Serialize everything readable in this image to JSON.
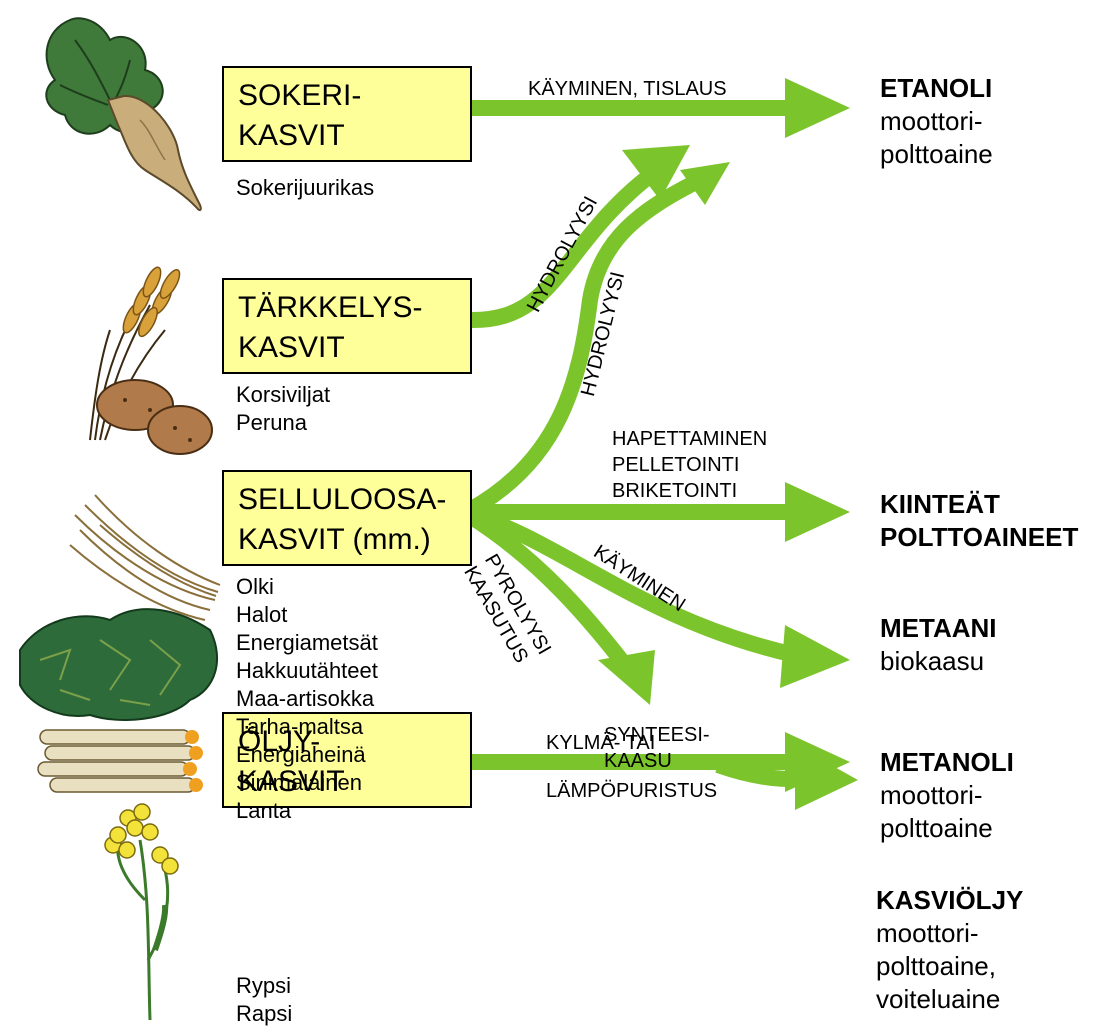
{
  "colors": {
    "arrow": "#7cc42c",
    "box_fill": "#ffff99",
    "box_border": "#000000"
  },
  "icons": [
    "sugar-beet-illustration",
    "wheat-and-potato-illustration",
    "straw-and-wood-illustration",
    "rapeseed-flower-illustration"
  ],
  "sources": [
    {
      "title": [
        "SOKERI-",
        "KASVIT"
      ],
      "examples": [
        "Sokerijuurikas"
      ]
    },
    {
      "title": [
        "TÄRKKELYS-",
        "KASVIT"
      ],
      "examples": [
        "Korsiviljat",
        "Peruna"
      ]
    },
    {
      "title": [
        "SELLULOOSA-",
        "KASVIT (mm.)"
      ],
      "examples": [
        "Olki",
        "Halot",
        "Energiametsät",
        "Hakkuutähteet",
        "Maa-artisokka",
        "Tarha-maltsa",
        "Energiaheinä",
        "Sinimalainen",
        "Lanta"
      ]
    },
    {
      "title": [
        "ÖLJY-",
        "KASVIT"
      ],
      "examples": [
        "Rypsi",
        "Rapsi"
      ]
    }
  ],
  "processes": {
    "sugar": "KÄYMINEN, TISLAUS",
    "starch_hydrolysis": "HYDROLYYSI",
    "cellulose_hydrolysis": "HYDROLYYSI",
    "solid": [
      "HAPETTAMINEN",
      "PELLETOINTI",
      "BRIKETOINTI"
    ],
    "fermentation": "KÄYMINEN",
    "pyrolysis": [
      "PYROLYYSI",
      "KAASUTUS"
    ],
    "syngas": [
      "SYNTEESI-",
      "KAASU"
    ],
    "oil_top": "KYLMÄ- TAI",
    "oil_bottom": "LÄMPÖPURISTUS"
  },
  "products": [
    {
      "title": "ETANOLI",
      "desc": [
        "moottori-",
        "polttoaine"
      ]
    },
    {
      "title": [
        "KIINTEÄT",
        "POLTTOAINEET"
      ]
    },
    {
      "title": "METAANI",
      "desc": [
        "biokaasu"
      ]
    },
    {
      "title": "METANOLI",
      "desc": [
        "moottori-",
        "polttoaine"
      ]
    },
    {
      "title": "KASVIÖLJY",
      "desc": [
        "moottori-",
        "polttoaine,",
        "voiteluaine"
      ]
    }
  ]
}
